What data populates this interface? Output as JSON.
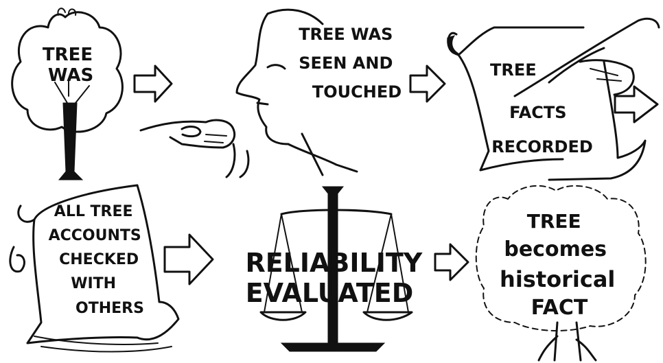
{
  "steps": [
    {
      "id": "step1",
      "lines": [
        "TREE",
        "WAS"
      ]
    },
    {
      "id": "step2",
      "lines": [
        "TREE WAS",
        "SEEN AND",
        "TOUCHED"
      ]
    },
    {
      "id": "step3",
      "lines": [
        "TREE",
        "FACTS",
        "RECORDED"
      ]
    },
    {
      "id": "step4",
      "lines": [
        "ALL TREE",
        "ACCOUNTS",
        "CHECKED",
        "WITH",
        "OTHERS"
      ]
    },
    {
      "id": "step5",
      "lines": [
        "RELIABILITY",
        "EVALUATED"
      ]
    },
    {
      "id": "step6",
      "lines": [
        "TREE",
        "becomes",
        "historical",
        "FACT"
      ]
    }
  ],
  "colors": {
    "ink": "#111111",
    "paper": "#ffffff"
  }
}
